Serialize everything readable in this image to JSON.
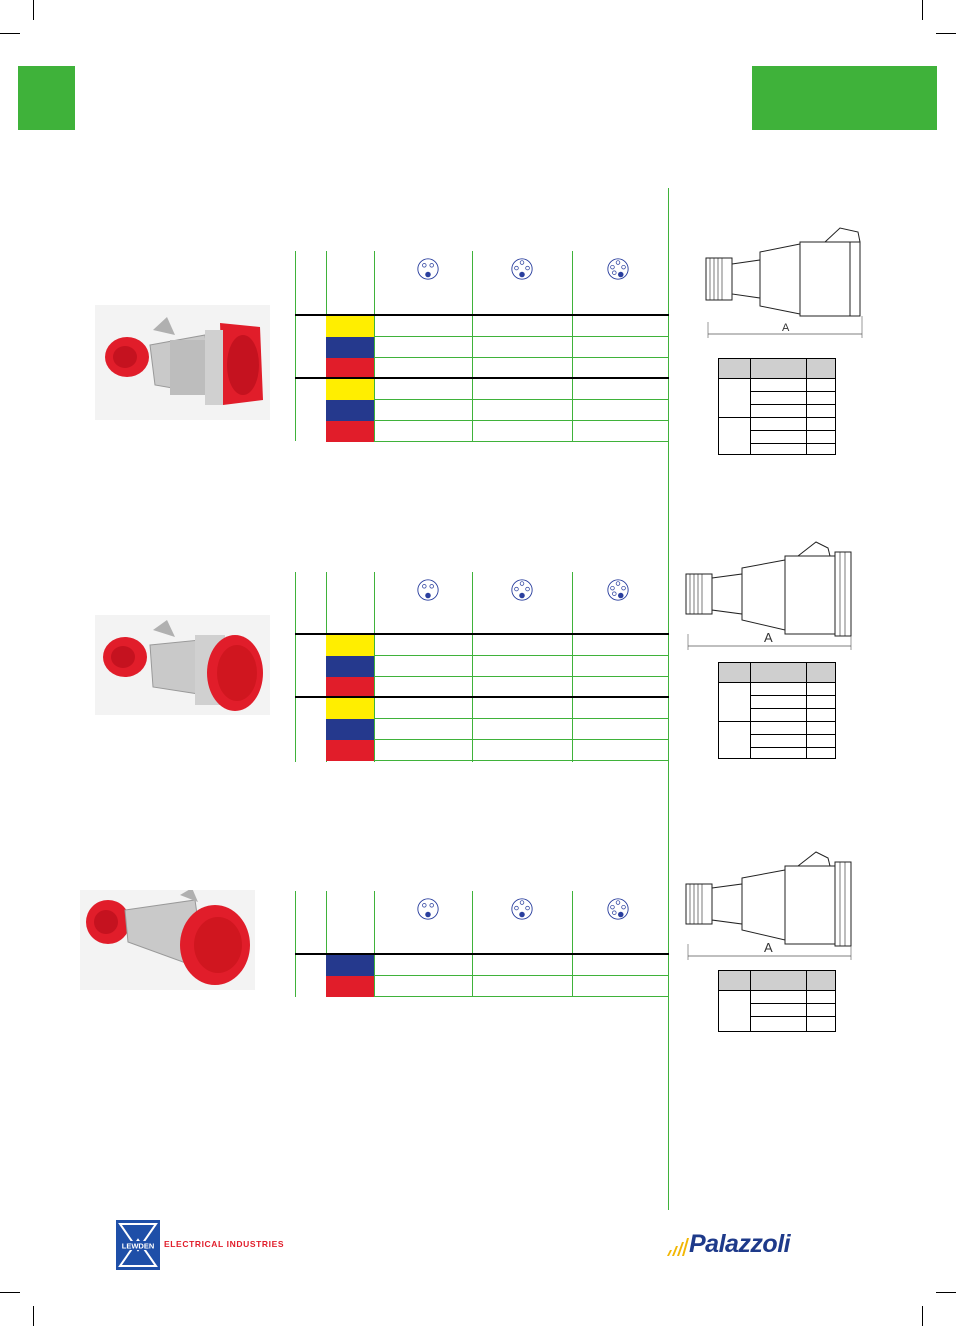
{
  "brand_left": {
    "emblem_text": "LEWDEN",
    "name": "ELECTRICAL INDUSTRIES",
    "color": "#e11d2a"
  },
  "brand_right": {
    "name": "Palazzoli",
    "color": "#1e3a8a",
    "accent": "#f2b705"
  },
  "colors": {
    "accent_green": "#3fb23a",
    "yellow": "#ffee00",
    "blue": "#25398d",
    "red": "#e11d2a",
    "pin_blue": "#2a3f9e"
  },
  "products": [
    {
      "pins": [
        "2p+e",
        "3p+e",
        "3p+n+e"
      ],
      "groups": [
        [
          "yellow",
          "blue",
          "red"
        ],
        [
          "yellow",
          "blue",
          "red"
        ]
      ],
      "drawing_label": "A",
      "dim_groups": 2
    },
    {
      "pins": [
        "2p+e",
        "3p+e",
        "3p+n+e"
      ],
      "groups": [
        [
          "yellow",
          "blue",
          "red"
        ],
        [
          "yellow",
          "blue",
          "red"
        ]
      ],
      "drawing_label": "A",
      "dim_groups": 2
    },
    {
      "pins": [
        "2p+e",
        "3p+e",
        "3p+n+e"
      ],
      "groups": [
        [
          "blue",
          "red"
        ]
      ],
      "drawing_label": "A",
      "dim_groups": 1
    }
  ]
}
